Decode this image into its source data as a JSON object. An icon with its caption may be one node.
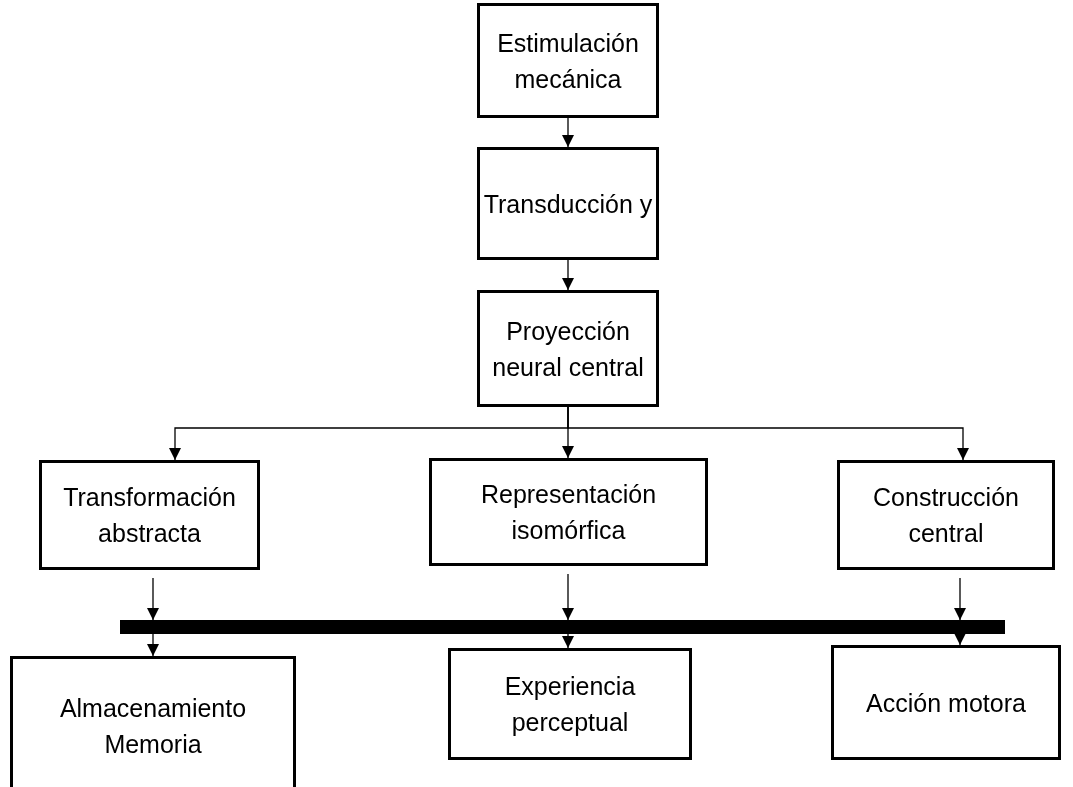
{
  "diagram": {
    "nodes": [
      {
        "text": [
          "Estimulación mecánica"
        ]
      },
      {
        "text": [
          "Transducción y"
        ]
      },
      {
        "text": [
          "Proyección neural central"
        ]
      },
      {
        "text": [
          "Transformación abstracta"
        ]
      },
      {
        "text": [
          "Representación isomórfica"
        ]
      },
      {
        "text": [
          "Construcción central"
        ]
      },
      {
        "text": [],
        "shape": "bar"
      },
      {
        "text": [
          "Almacenamiento Memoria"
        ]
      },
      {
        "text": [
          "Experiencia perceptual"
        ]
      },
      {
        "text": [
          "Acción motora"
        ]
      }
    ],
    "edges": [
      {
        "from": 0,
        "to": 1,
        "arrow": "to"
      },
      {
        "from": 1,
        "to": 2,
        "arrow": "to"
      },
      {
        "from": 2,
        "to": 3,
        "arrow": "to"
      },
      {
        "from": 2,
        "to": 4,
        "arrow": "to"
      },
      {
        "from": 2,
        "to": 5,
        "arrow": "to"
      },
      {
        "from": 3,
        "to": 6,
        "arrow": "to"
      },
      {
        "from": 4,
        "to": 6,
        "arrow": "to"
      },
      {
        "from": 5,
        "to": 6,
        "arrow": "to"
      },
      {
        "from": 6,
        "to": 7,
        "arrow": "to"
      },
      {
        "from": 6,
        "to": 8,
        "arrow": "to"
      },
      {
        "from": 6,
        "to": 9,
        "arrow": "to"
      }
    ]
  }
}
